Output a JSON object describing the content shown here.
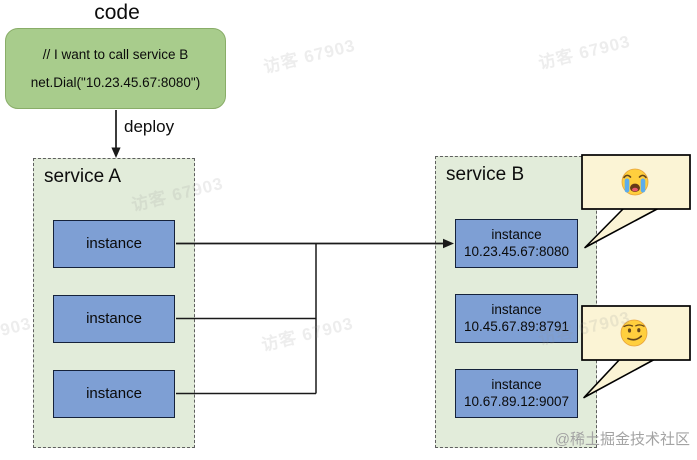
{
  "diagram": {
    "code_section": {
      "title": "code",
      "comment_line": "// I want to call service B",
      "code_line": "net.Dial(\"10.23.45.67:8080\")",
      "deploy_label": "deploy"
    },
    "service_a": {
      "title": "service A",
      "instances": [
        {
          "label": "instance"
        },
        {
          "label": "instance"
        },
        {
          "label": "instance"
        }
      ]
    },
    "service_b": {
      "title": "service B",
      "instances": [
        {
          "label": "instance",
          "address": "10.23.45.67:8080"
        },
        {
          "label": "instance",
          "address": "10.45.67.89:8791"
        },
        {
          "label": "instance",
          "address": "10.67.89.12:9007"
        }
      ]
    },
    "callouts": [
      {
        "emoji": "loudly-crying-face"
      },
      {
        "emoji": "smirking-face"
      }
    ]
  },
  "watermark": {
    "text": "访客 67903",
    "credit": "@稀土掘金技术社区"
  },
  "colors": {
    "code_box_fill": "#a8cc8c",
    "code_box_border": "#89ad68",
    "service_box_fill": "#e2ecda",
    "instance_fill": "#7e9fd4",
    "instance_border": "#15223b",
    "callout_fill": "#fbf4d5",
    "line_color": "#1a1a1a"
  }
}
